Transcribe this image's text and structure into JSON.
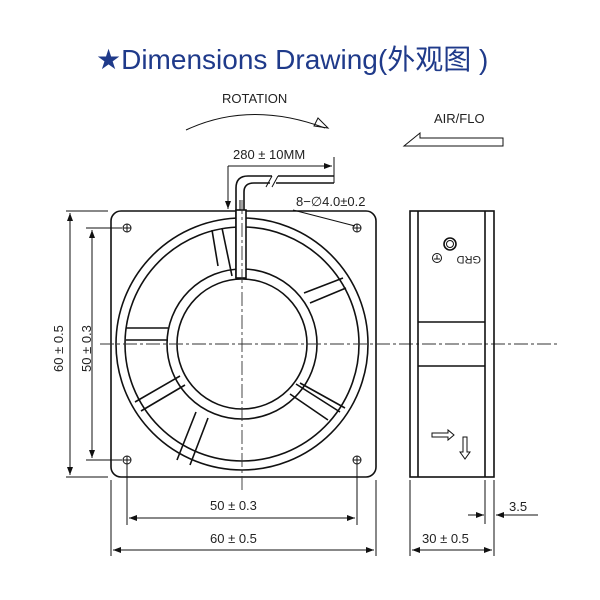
{
  "title": {
    "star": "★",
    "text": "Dimensions Drawing(外观图 )"
  },
  "labels": {
    "rotation": "ROTATION",
    "airflow": "AIR/FLO",
    "cable_length": "280 ± 10MM",
    "holes": "8−∅4.0±0.2",
    "height_outer": "60 ± 0.5",
    "height_inner": "50 ± 0.3",
    "width_inner": "50 ± 0.3",
    "width_outer": "60 ± 0.5",
    "depth": "30 ± 0.5",
    "flange": "3.5",
    "ground": "GRD"
  },
  "colors": {
    "title": "#1f3a8a",
    "line": "#111111"
  }
}
